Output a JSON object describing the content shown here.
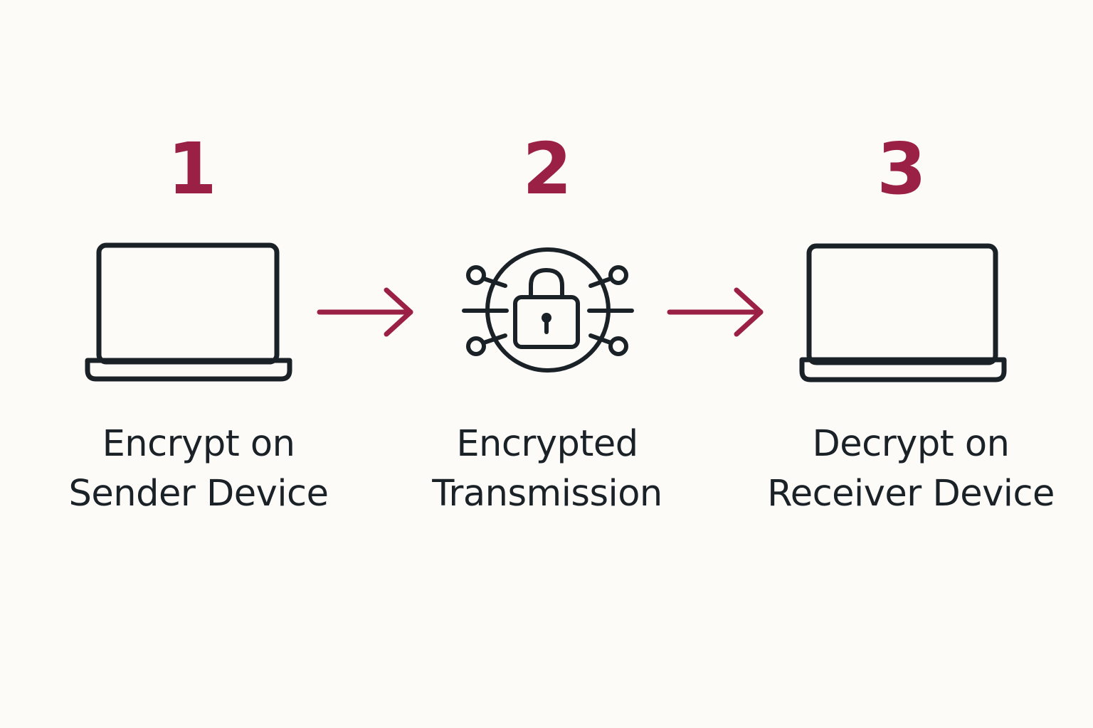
{
  "colors": {
    "background": "#fcfbf8",
    "accent": "#9b2045",
    "ink": "#1b2227"
  },
  "steps": [
    {
      "number": "1",
      "icon": "laptop-icon",
      "label_line1": "Encrypt on",
      "label_line2": "Sender Device"
    },
    {
      "number": "2",
      "icon": "encrypted-network-lock-icon",
      "label_line1": "Encrypted",
      "label_line2": "Transmission"
    },
    {
      "number": "3",
      "icon": "laptop-icon",
      "label_line1": "Decrypt on",
      "label_line2": "Receiver Device"
    }
  ],
  "connectors": [
    "arrow-right-icon",
    "arrow-right-icon"
  ]
}
